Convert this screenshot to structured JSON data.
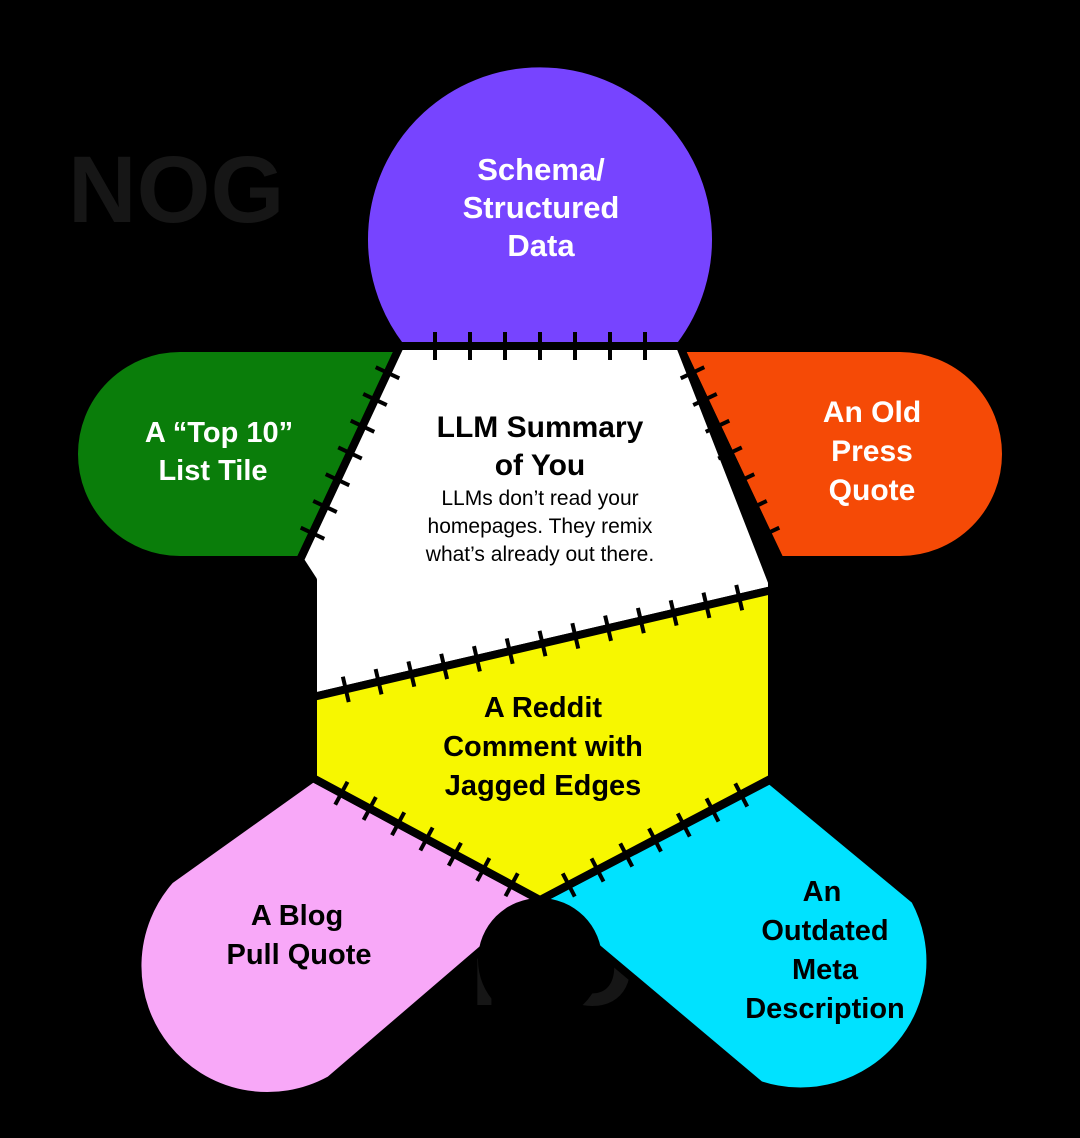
{
  "watermark": {
    "text": "NOG"
  },
  "pieces": {
    "head": {
      "lines": [
        "Schema/",
        "Structured",
        "Data"
      ],
      "color": "#7744ff"
    },
    "left_arm": {
      "lines": [
        "A “Top 10”",
        "List Tile"
      ],
      "color": "#0a7d0a"
    },
    "right_arm": {
      "lines": [
        "An Old",
        "Press",
        "Quote"
      ],
      "color": "#f54a06"
    },
    "center": {
      "title_lines": [
        "LLM Summary",
        "of You"
      ],
      "body_lines": [
        "LLMs don’t read your",
        "homepages. They remix",
        "what’s already out there."
      ],
      "color": "#ffffff"
    },
    "belly": {
      "lines": [
        "A Reddit",
        "Comment with",
        "Jagged Edges"
      ],
      "color": "#f7f700"
    },
    "left_leg": {
      "lines": [
        "A Blog",
        "Pull Quote"
      ],
      "color": "#f8a8f8"
    },
    "right_leg": {
      "lines": [
        "An",
        "Outdated",
        "Meta",
        "Description"
      ],
      "color": "#00e2ff"
    }
  },
  "stitch_color": "#000000"
}
